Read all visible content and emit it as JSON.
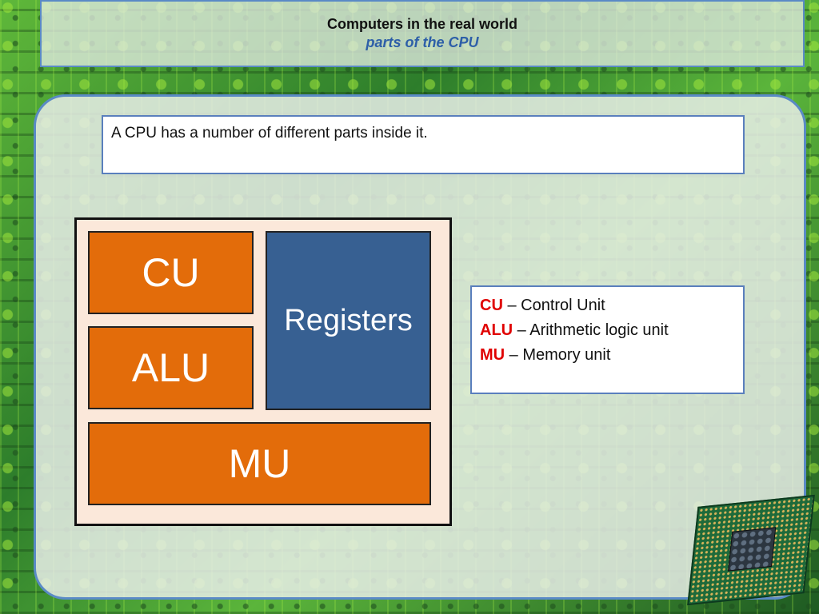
{
  "title": {
    "main": "Computers in the real world",
    "sub": "parts of the CPU"
  },
  "intro": "A CPU has a number of different parts inside it.",
  "diagram": {
    "cu": "CU",
    "alu": "ALU",
    "registers": "Registers",
    "mu": "MU"
  },
  "legend": [
    {
      "abbr": "CU",
      "text": " – Control Unit"
    },
    {
      "abbr": "ALU",
      "text": " – Arithmetic logic unit"
    },
    {
      "abbr": "MU",
      "text": " – Memory unit"
    }
  ],
  "colors": {
    "block_orange": "#e36c0a",
    "block_blue": "#376092",
    "abbr_red": "#e00000",
    "subtitle_blue": "#2d5fa8"
  },
  "images": {
    "background": "circuit-board",
    "corner": "cpu-chip"
  }
}
